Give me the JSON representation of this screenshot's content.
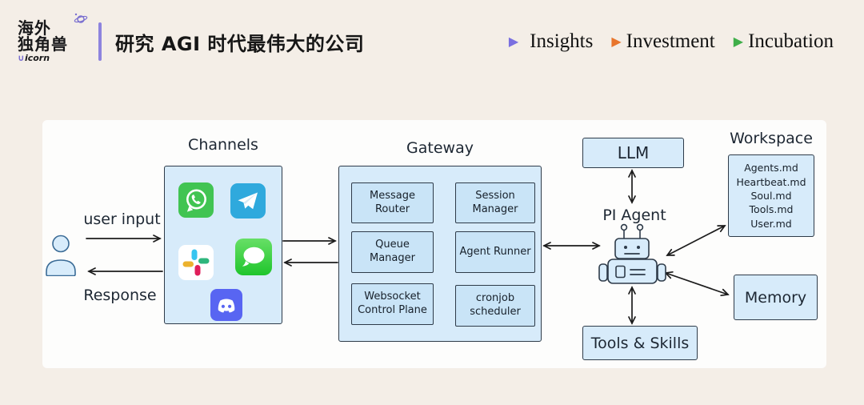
{
  "header": {
    "logo": {
      "line1": "海外",
      "line2": "独角兽",
      "unicorn_mark": "∪",
      "unicorn_text": "icorn"
    },
    "title": "研究 AGI 时代最伟大的公司",
    "nav": [
      {
        "icon": "▶",
        "label": "Insights",
        "color": "#7a6fe0"
      },
      {
        "icon": "▶",
        "label": "Investment",
        "color": "#e8752c"
      },
      {
        "icon": "▶",
        "label": "Incubation",
        "color": "#3fae49"
      }
    ]
  },
  "diagram": {
    "user_flow": {
      "input_label": "user input",
      "response_label": "Response"
    },
    "channels": {
      "title": "Channels",
      "apps": [
        "WhatsApp",
        "Telegram",
        "Slack",
        "iMessage",
        "Discord"
      ]
    },
    "gateway": {
      "title": "Gateway",
      "modules": [
        "Message Router",
        "Session Manager",
        "Queue Manager",
        "Agent Runner",
        "Websocket Control Plane",
        "cronjob scheduler"
      ]
    },
    "llm": {
      "label": "LLM"
    },
    "agent": {
      "label": "PI Agent"
    },
    "workspace": {
      "title": "Workspace",
      "files": [
        "Agents.md",
        "Heartbeat.md",
        "Soul.md",
        "Tools.md",
        "User.md"
      ]
    },
    "memory": {
      "label": "Memory"
    },
    "tools_skills": {
      "label": "Tools & Skills"
    }
  },
  "colors": {
    "page_background": "#f4eee7",
    "panel_background": "#fdfdfc",
    "box_fill": "#d7ebfa",
    "box_fill_inner": "#c9e4f7",
    "box_border": "#2e3b49",
    "arrow": "#1c1c1c",
    "accent_purple": "#8d83de",
    "whatsapp_green": "#41c452",
    "telegram_blue": "#2fa9dd",
    "imessage_green": "#2fc63a",
    "discord_blurple": "#5865f2",
    "slack_colors": [
      "#36C5F0",
      "#2EB67D",
      "#E01E5A",
      "#ECB22E"
    ]
  }
}
